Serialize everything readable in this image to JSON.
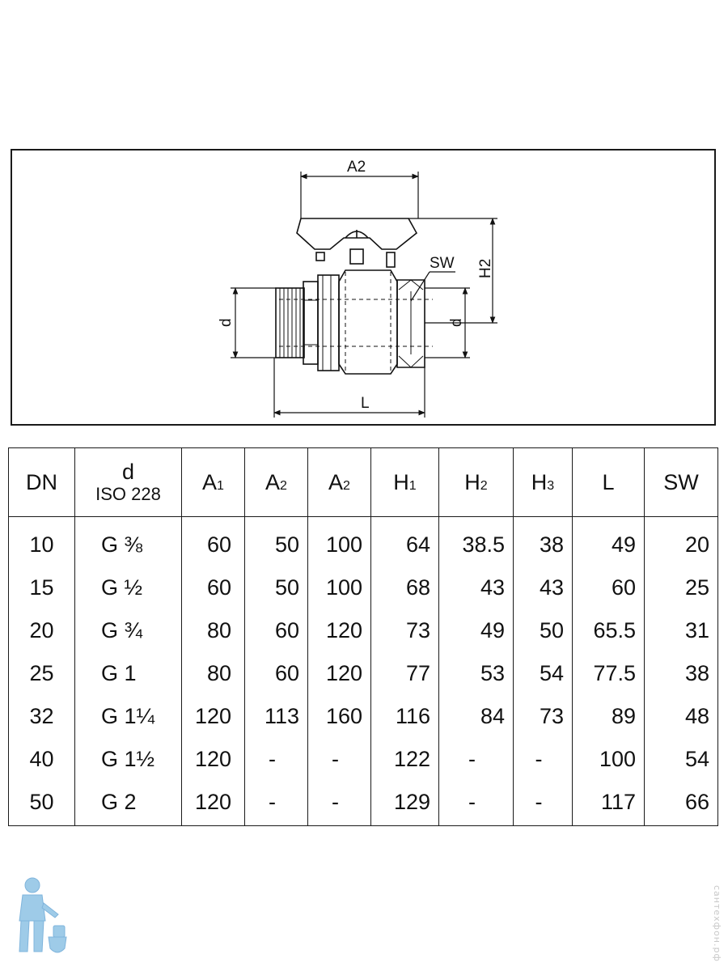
{
  "drawing": {
    "labels": {
      "a2": "A2",
      "h2": "H2",
      "sw": "SW",
      "d_left": "d",
      "d_right": "d",
      "l": "L"
    }
  },
  "table": {
    "headers": [
      {
        "main": "DN",
        "sub": ""
      },
      {
        "line1": "d",
        "line2": "ISO 228"
      },
      {
        "main": "A",
        "sub": "1"
      },
      {
        "main": "A",
        "sub": "2"
      },
      {
        "main": "A",
        "sub": "2"
      },
      {
        "main": "H",
        "sub": "1"
      },
      {
        "main": "H",
        "sub": "2"
      },
      {
        "main": "H",
        "sub": "3"
      },
      {
        "main": "L",
        "sub": ""
      },
      {
        "main": "SW",
        "sub": ""
      }
    ],
    "rows": [
      [
        "10",
        "G ⅜",
        "60",
        "50",
        "100",
        "64",
        "38.5",
        "38",
        "49",
        "20"
      ],
      [
        "15",
        "G ½",
        "60",
        "50",
        "100",
        "68",
        "43",
        "43",
        "60",
        "25"
      ],
      [
        "20",
        "G ¾",
        "80",
        "60",
        "120",
        "73",
        "49",
        "50",
        "65.5",
        "31"
      ],
      [
        "25",
        "G 1",
        "80",
        "60",
        "120",
        "77",
        "53",
        "54",
        "77.5",
        "38"
      ],
      [
        "32",
        "G 1¼",
        "120",
        "113",
        "160",
        "116",
        "84",
        "73",
        "89",
        "48"
      ],
      [
        "40",
        "G 1½",
        "120",
        "-",
        "-",
        "122",
        "-",
        "-",
        "100",
        "54"
      ],
      [
        "50",
        "G 2",
        "120",
        "-",
        "-",
        "129",
        "-",
        "-",
        "117",
        "66"
      ]
    ]
  },
  "watermark": {
    "side_text": "сантехфон.рф",
    "logo_icon": "plumber-mascot-icon",
    "logo_color": "#9ecbe8"
  }
}
